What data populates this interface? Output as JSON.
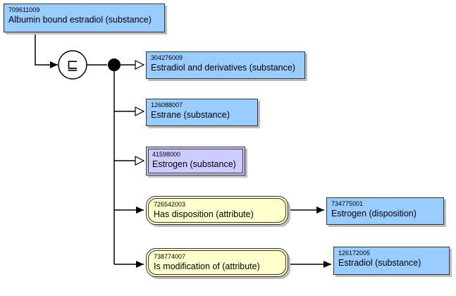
{
  "focus_concept": {
    "sctid": "709611009",
    "term": "Albumin bound estradiol (substance)"
  },
  "parents": [
    {
      "sctid": "304276009",
      "term": "Estradiol and derivatives (substance)",
      "style": "concept"
    },
    {
      "sctid": "126088007",
      "term": "Estrane (substance)",
      "style": "concept"
    },
    {
      "sctid": "41598000",
      "term": "Estrogen (substance)",
      "style": "primitive"
    }
  ],
  "attributes": [
    {
      "attribute": {
        "sctid": "726542003",
        "term": "Has disposition (attribute)"
      },
      "value": {
        "sctid": "734775001",
        "term": "Estrogen (disposition)"
      }
    },
    {
      "attribute": {
        "sctid": "738774007",
        "term": "Is modification of (attribute)"
      },
      "value": {
        "sctid": "126172005",
        "term": "Estradiol (substance)"
      }
    }
  ],
  "definition_symbol": "⊑",
  "colors": {
    "concept_fill": "#99ccff",
    "primitive_fill": "#ccccff",
    "attribute_fill": "#ffffcc",
    "line": "#000000"
  }
}
